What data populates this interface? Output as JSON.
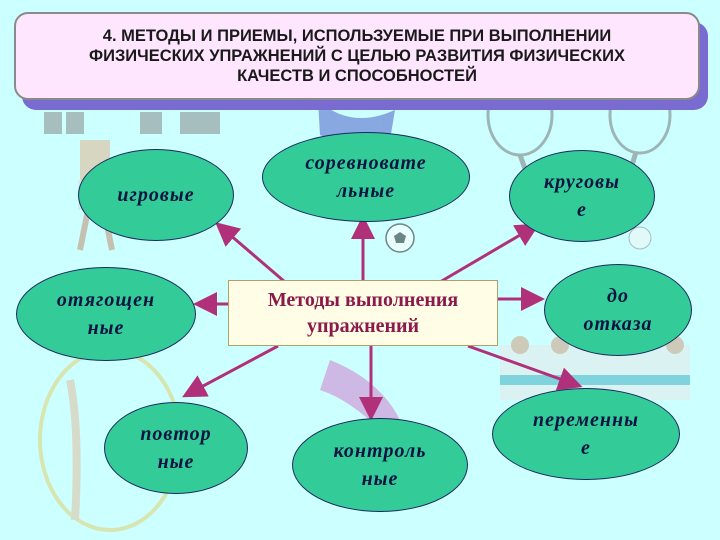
{
  "title": "4. МЕТОДЫ И ПРИЕМЫ, ИСПОЛЬЗУЕМЫЕ ПРИ ВЫПОЛНЕНИИ\nФИЗИЧЕСКИХ УПРАЖНЕНИЙ С ЦЕЛЬЮ РАЗВИТИЯ ФИЗИЧЕСКИХ\nКАЧЕСТВ И СПОСОБНОСТЕЙ",
  "center": "Методы выполнения упражнений",
  "methods": {
    "game": "игровые",
    "competitive": "соревновате\nльные",
    "circuit": "круговы\nе",
    "weighted": "отягощен\nные",
    "to_failure": "до\nотказа",
    "repeated": "повтор\nные",
    "control": "контроль\nные",
    "variable": "переменны\nе"
  },
  "colors": {
    "background": "#ccffff",
    "oval_fill": "#33cc99",
    "oval_text": "#0a1440",
    "arrow": "#b0307a",
    "center_fill": "#fffde6",
    "center_text": "#8a1a4a",
    "title_fill": "#ffe6ff",
    "title_shadow": "#7a6bd0"
  }
}
